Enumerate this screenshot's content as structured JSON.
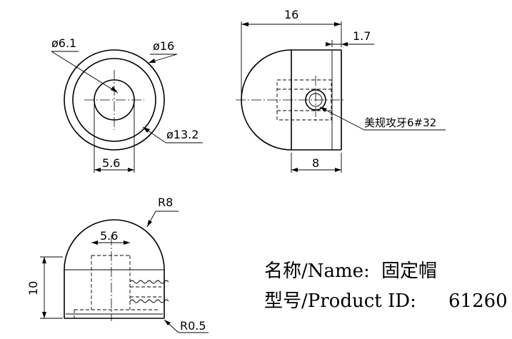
{
  "dimensions": {
    "front_bore_diameter": "ø6.1",
    "front_outer_diameter": "ø16",
    "front_shoulder_diameter": "ø13.2",
    "front_width": "5.6",
    "side_length": "16",
    "side_flange": "1.7",
    "side_thread_depth": "8",
    "thread_note": "美规攻牙6#32",
    "top_radius": "R8",
    "top_width": "5.6",
    "top_height": "10",
    "corner_radius": "R0.5"
  },
  "title_block": {
    "name_label": "名称/Name:",
    "name_value": "固定帽",
    "id_label": "型号/Product ID:",
    "id_value": "61260"
  }
}
